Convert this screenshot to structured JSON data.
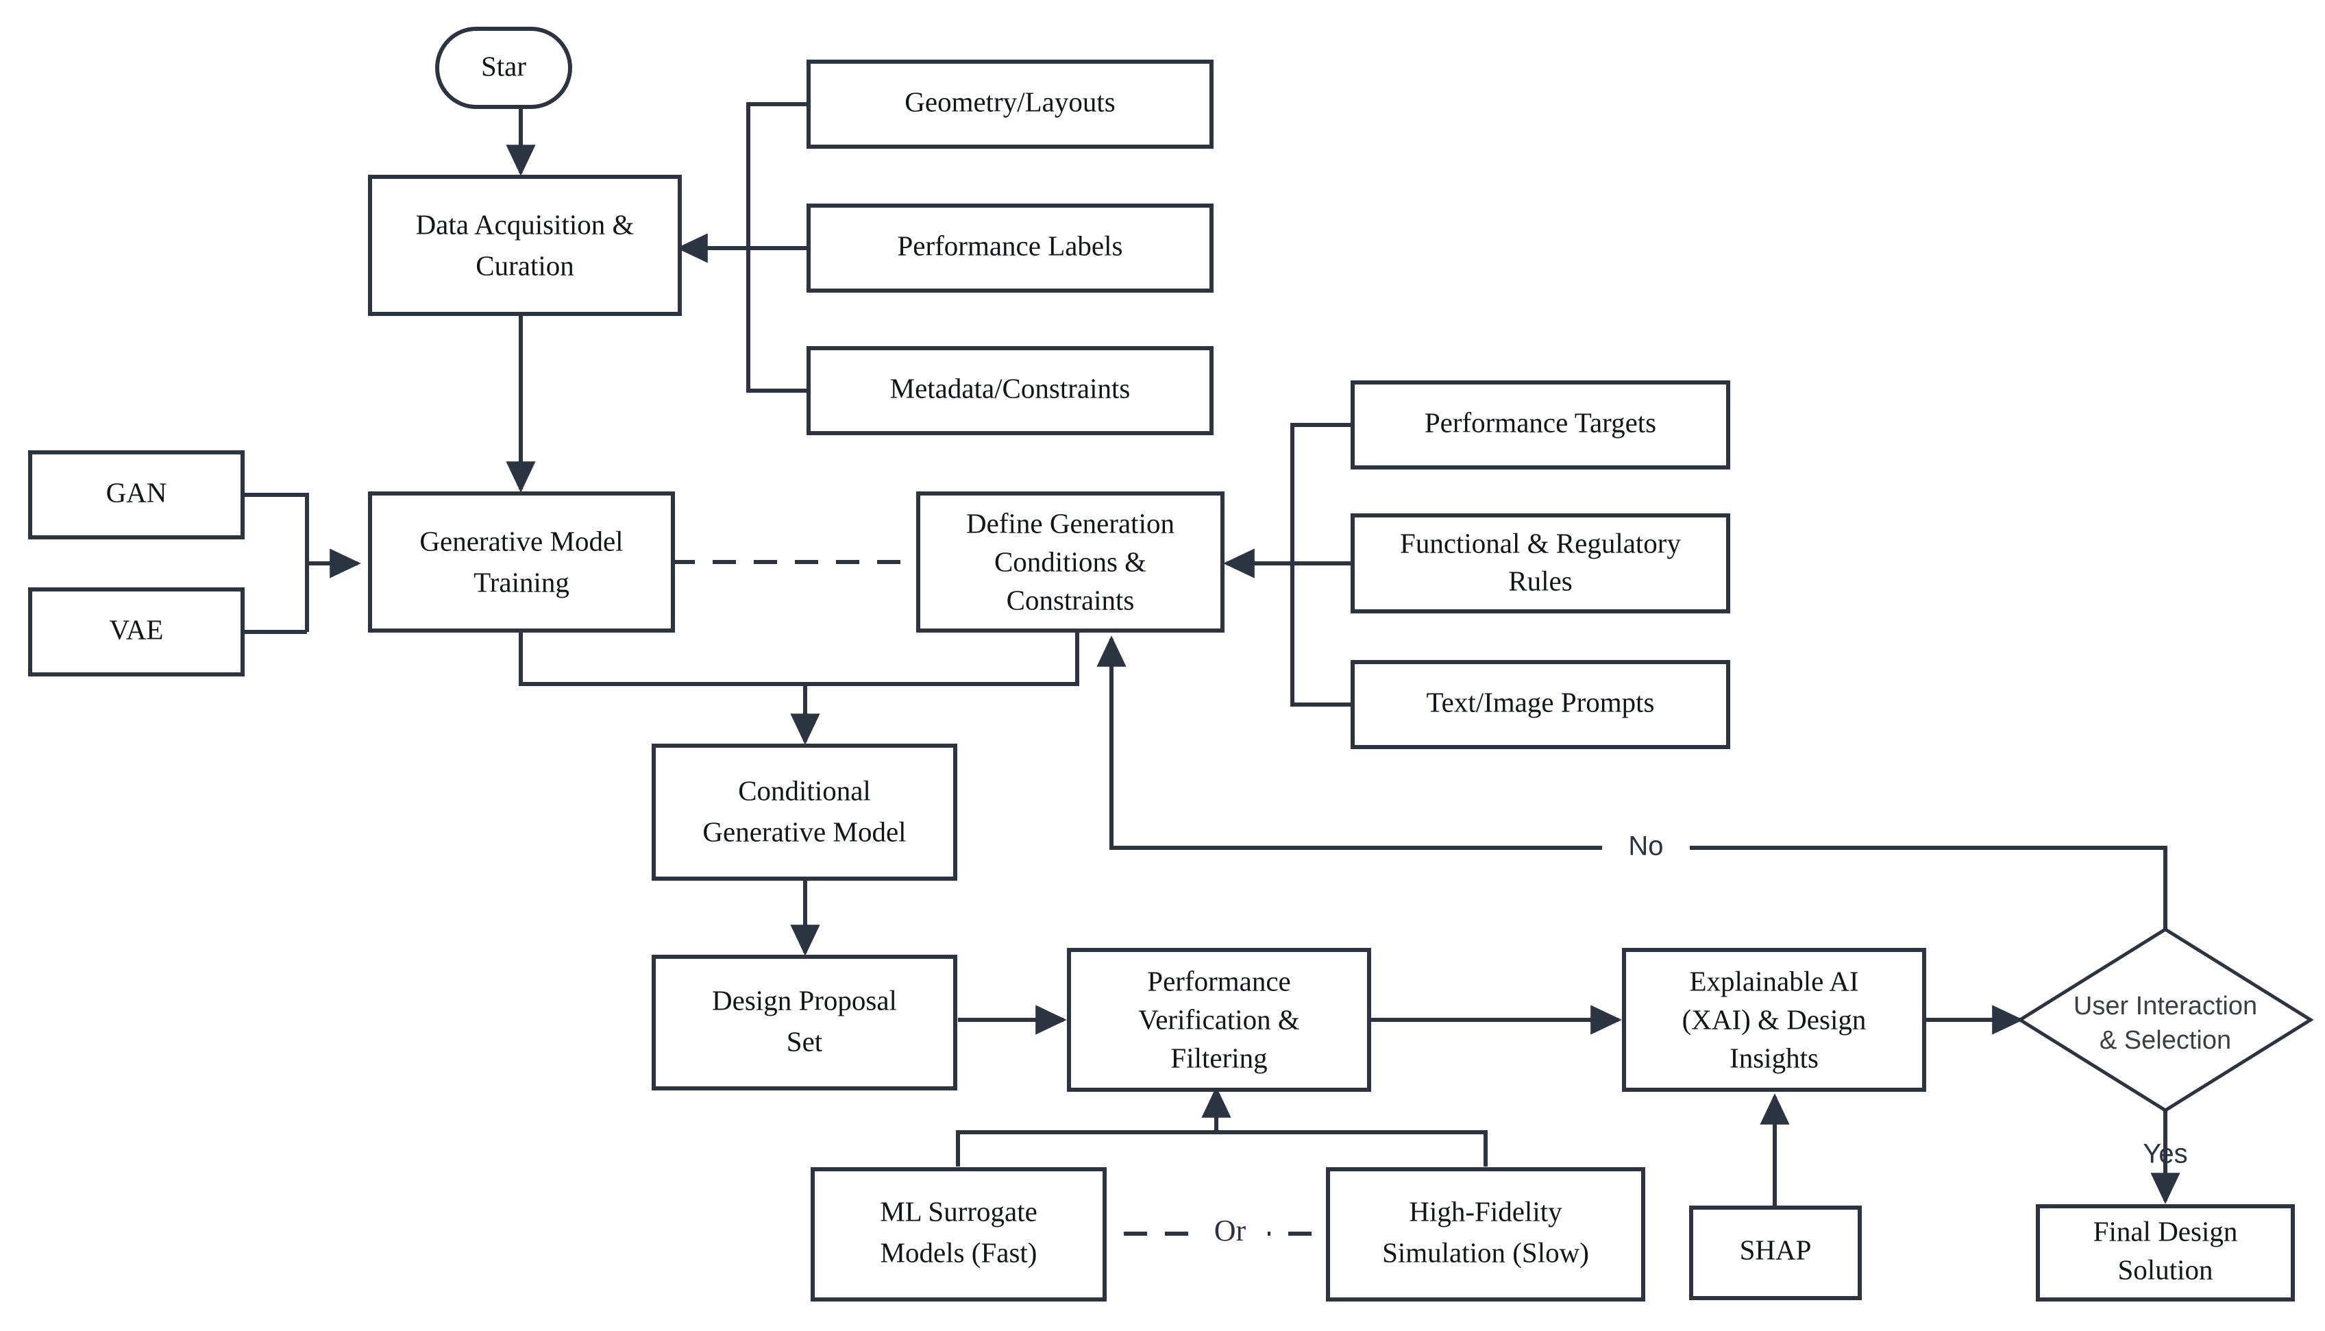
{
  "diagram": {
    "title": "Generative AI Design Workflow Flowchart",
    "type": "flowchart",
    "orientation": "top-down-left-to-right",
    "colors": {
      "node_stroke": "#2b3440",
      "node_fill": "#ffffff",
      "edge": "#2b3440",
      "text": "#11151a",
      "background": "#ffffff"
    },
    "nodes": {
      "start": {
        "label": "Star",
        "shape": "stadium"
      },
      "data_acquisition": {
        "label_line1": "Data Acquisition &",
        "label_line2": "Curation",
        "shape": "rect"
      },
      "geometry_layouts": {
        "label": "Geometry/Layouts",
        "shape": "rect"
      },
      "performance_labels": {
        "label": "Performance Labels",
        "shape": "rect"
      },
      "metadata_constraints": {
        "label": "Metadata/Constraints",
        "shape": "rect"
      },
      "gan": {
        "label": "GAN",
        "shape": "rect"
      },
      "vae": {
        "label": "VAE",
        "shape": "rect"
      },
      "generative_model_training": {
        "label_line1": "Generative Model",
        "label_line2": "Training",
        "shape": "rect"
      },
      "define_conditions": {
        "label_line1": "Define Generation",
        "label_line2": "Conditions &",
        "label_line3": "Constraints",
        "shape": "rect"
      },
      "performance_targets": {
        "label": "Performance Targets",
        "shape": "rect"
      },
      "functional_rules": {
        "label_line1": "Functional & Regulatory",
        "label_line2": "Rules",
        "shape": "rect"
      },
      "text_image_prompts": {
        "label": "Text/Image Prompts",
        "shape": "rect"
      },
      "conditional_generative_model": {
        "label_line1": "Conditional",
        "label_line2": "Generative Model",
        "shape": "rect"
      },
      "design_proposal_set": {
        "label_line1": "Design Proposal",
        "label_line2": "Set",
        "shape": "rect"
      },
      "performance_verification": {
        "label_line1": "Performance",
        "label_line2": "Verification &",
        "label_line3": "Filtering",
        "shape": "rect"
      },
      "ml_surrogate": {
        "label_line1": "ML Surrogate",
        "label_line2": "Models (Fast)",
        "shape": "rect"
      },
      "high_fidelity_simulation": {
        "label_line1": "High-Fidelity",
        "label_line2": "Simulation (Slow)",
        "shape": "rect"
      },
      "explainable_ai": {
        "label_line1": "Explainable AI",
        "label_line2": "(XAI) & Design",
        "label_line3": "Insights",
        "shape": "rect"
      },
      "shap": {
        "label": "SHAP",
        "shape": "rect"
      },
      "user_interaction": {
        "label_line1": "User Interaction",
        "label_line2": "& Selection",
        "shape": "diamond"
      },
      "final_design_solution": {
        "label_line1": "Final Design",
        "label_line2": "Solution",
        "shape": "rect"
      }
    },
    "edge_labels": {
      "no": "No",
      "yes": "Yes",
      "or": "Or"
    },
    "edges": [
      {
        "from": "start",
        "to": "data_acquisition",
        "style": "solid",
        "arrow": true
      },
      {
        "from": "geometry_layouts",
        "to": "data_acquisition",
        "style": "solid",
        "arrow": true
      },
      {
        "from": "performance_labels",
        "to": "data_acquisition",
        "style": "solid",
        "arrow": true
      },
      {
        "from": "metadata_constraints",
        "to": "data_acquisition",
        "style": "solid",
        "arrow": true
      },
      {
        "from": "data_acquisition",
        "to": "generative_model_training",
        "style": "solid",
        "arrow": true
      },
      {
        "from": "gan",
        "to": "generative_model_training",
        "style": "solid",
        "arrow": true
      },
      {
        "from": "vae",
        "to": "generative_model_training",
        "style": "solid",
        "arrow": true
      },
      {
        "from": "generative_model_training",
        "to": "define_conditions",
        "style": "dashed",
        "arrow": false
      },
      {
        "from": "performance_targets",
        "to": "define_conditions",
        "style": "solid",
        "arrow": true
      },
      {
        "from": "functional_rules",
        "to": "define_conditions",
        "style": "solid",
        "arrow": true
      },
      {
        "from": "text_image_prompts",
        "to": "define_conditions",
        "style": "solid",
        "arrow": true
      },
      {
        "from": "generative_model_training",
        "to": "conditional_generative_model",
        "style": "solid",
        "arrow": true
      },
      {
        "from": "define_conditions",
        "to": "conditional_generative_model",
        "style": "solid",
        "arrow": true
      },
      {
        "from": "conditional_generative_model",
        "to": "design_proposal_set",
        "style": "solid",
        "arrow": true
      },
      {
        "from": "design_proposal_set",
        "to": "performance_verification",
        "style": "solid",
        "arrow": true
      },
      {
        "from": "ml_surrogate",
        "to": "performance_verification",
        "style": "solid",
        "arrow": true
      },
      {
        "from": "high_fidelity_simulation",
        "to": "performance_verification",
        "style": "solid",
        "arrow": true
      },
      {
        "from": "ml_surrogate",
        "to": "high_fidelity_simulation",
        "style": "dashed",
        "label": "Or",
        "arrow": false
      },
      {
        "from": "performance_verification",
        "to": "explainable_ai",
        "style": "solid",
        "arrow": true
      },
      {
        "from": "shap",
        "to": "explainable_ai",
        "style": "solid",
        "arrow": true
      },
      {
        "from": "explainable_ai",
        "to": "user_interaction",
        "style": "solid",
        "arrow": true
      },
      {
        "from": "user_interaction",
        "to": "define_conditions",
        "style": "solid",
        "label": "No",
        "arrow": true
      },
      {
        "from": "user_interaction",
        "to": "final_design_solution",
        "style": "solid",
        "label": "Yes",
        "arrow": true
      }
    ]
  }
}
